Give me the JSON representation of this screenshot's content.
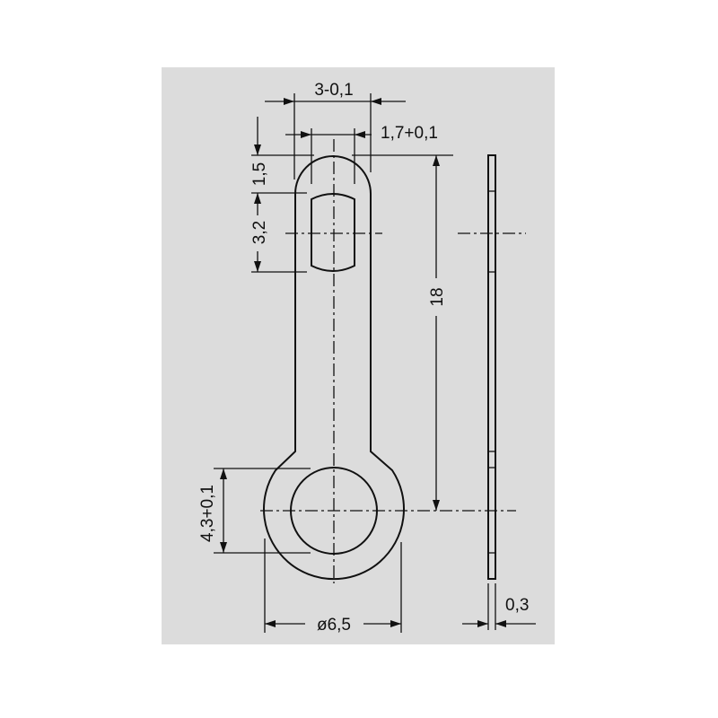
{
  "drawing": {
    "background": "#dcdcdc",
    "line_color": "#111111",
    "dimensions": {
      "width_tab": "3-0,1",
      "slot_width": "1,7+0,1",
      "top_to_slot": "1,5",
      "slot_length": "3,2",
      "center_distance": "18",
      "hole_diameter": "4,3+0,1",
      "ring_diameter": "ø6,5",
      "thickness": "0,3"
    }
  }
}
